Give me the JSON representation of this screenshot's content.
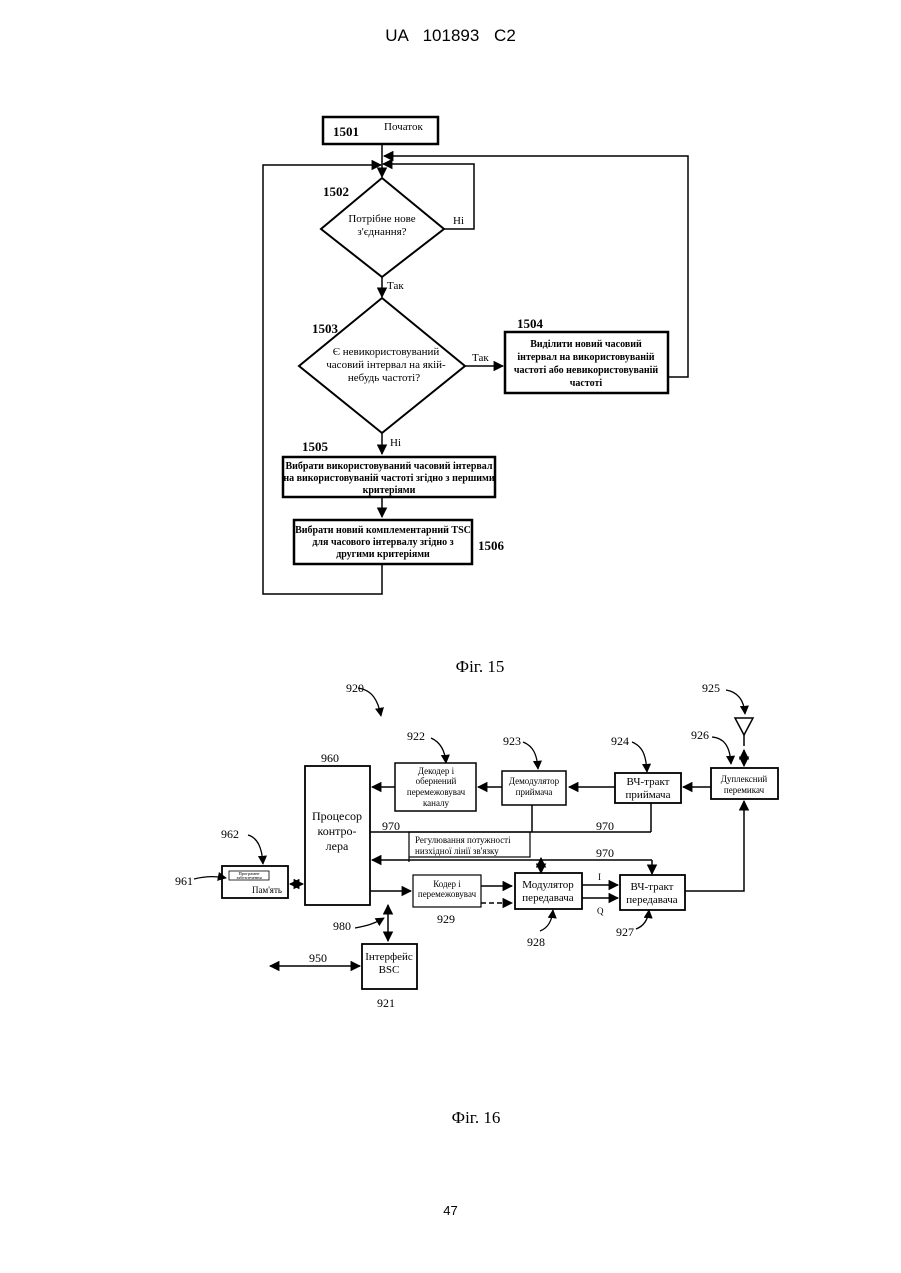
{
  "header": {
    "patent_id": "UA   101893   C2"
  },
  "page_number": "47",
  "fig15": {
    "caption": "Фіг. 15",
    "start": {
      "ref": "1501",
      "label": "Початок"
    },
    "decision1": {
      "ref": "1502",
      "line1": "Потрібне нове",
      "line2": "з'єднання?",
      "no_label": "Ні",
      "yes_label": "Так"
    },
    "decision2": {
      "ref": "1503",
      "line1": "Є невикористовуваний",
      "line2": "часовий інтервал на якій-",
      "line3": "небудь частоті?",
      "yes_label": "Так",
      "no_label": "Ні"
    },
    "box1504": {
      "ref": "1504",
      "line1": "Виділити новий часовий",
      "line2": "інтервал на використовуваній",
      "line3": "частоті або невикористовуваній",
      "line4": "частоті"
    },
    "box1505": {
      "ref": "1505",
      "line1": "Вибрати використовуваний часовий інтервал",
      "line2": "на використовуваній частоті згідно з першими",
      "line3": "критеріями"
    },
    "box1506": {
      "ref": "1506",
      "line1": "Вибрати новий комплементарний TSC",
      "line2": "для часового інтервалу згідно з",
      "line3": "другими критеріями"
    }
  },
  "fig16": {
    "caption": "Фіг. 16",
    "ref_920": "920",
    "antenna_ref": "925",
    "duplexer": {
      "ref": "926",
      "line1": "Дуплексний",
      "line2": "перемикач"
    },
    "rf_rx": {
      "ref": "924",
      "line1": "ВЧ-тракт",
      "line2": "приймача"
    },
    "demod": {
      "ref": "923",
      "line1": "Демодулятор",
      "line2": "приймача"
    },
    "decoder": {
      "ref": "922",
      "line1": "Декодер і",
      "line2": "обернений",
      "line3": "перемежовувач",
      "line4": "каналу"
    },
    "controller": {
      "ref": "960",
      "line1": "Процесор",
      "line2": "контро-",
      "line3": "лера"
    },
    "memory": {
      "ref": "961",
      "software_ref": "962",
      "software_line1": "Програмне",
      "software_line2": "забезпечення",
      "label": "Пам'ять"
    },
    "power_ctrl": {
      "line1": "Регулювання потужності",
      "line2": "низхідної лінії зв'язку"
    },
    "bus_ref_1": "970",
    "bus_ref_2": "970",
    "bus_ref_3": "970",
    "encoder": {
      "ref": "929",
      "line1": "Кодер і",
      "line2": "перемежовувач"
    },
    "modulator": {
      "ref": "928",
      "line1": "Модулятор",
      "line2": "передавача"
    },
    "rf_tx": {
      "ref": "927",
      "line1": "ВЧ-тракт",
      "line2": "передавача"
    },
    "iq_i": "I",
    "iq_q": "Q",
    "bsc": {
      "ref": "921",
      "line1": "Інтерфейс",
      "line2": "BSC"
    },
    "ref_980": "980",
    "ref_950": "950"
  }
}
